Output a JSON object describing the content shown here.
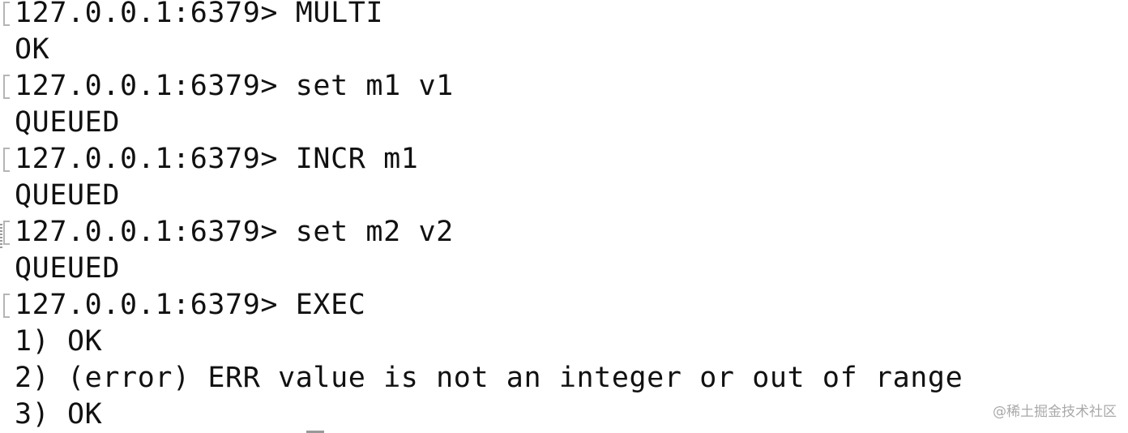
{
  "terminal": {
    "lines": [
      "127.0.0.1:6379> MULTI",
      "OK",
      "127.0.0.1:6379> set m1 v1",
      "QUEUED",
      "127.0.0.1:6379> INCR m1",
      "QUEUED",
      "127.0.0.1:6379> set m2 v2",
      "QUEUED",
      "127.0.0.1:6379> EXEC",
      "1) OK",
      "2) (error) ERR value is not an integer or out of range",
      "3) OK"
    ]
  },
  "watermark": "@稀土掘金技术社区",
  "colors": {
    "background": "#ffffff",
    "text": "#111111",
    "gutter": "#b5b5b5",
    "watermark": "#a9a9a9"
  }
}
